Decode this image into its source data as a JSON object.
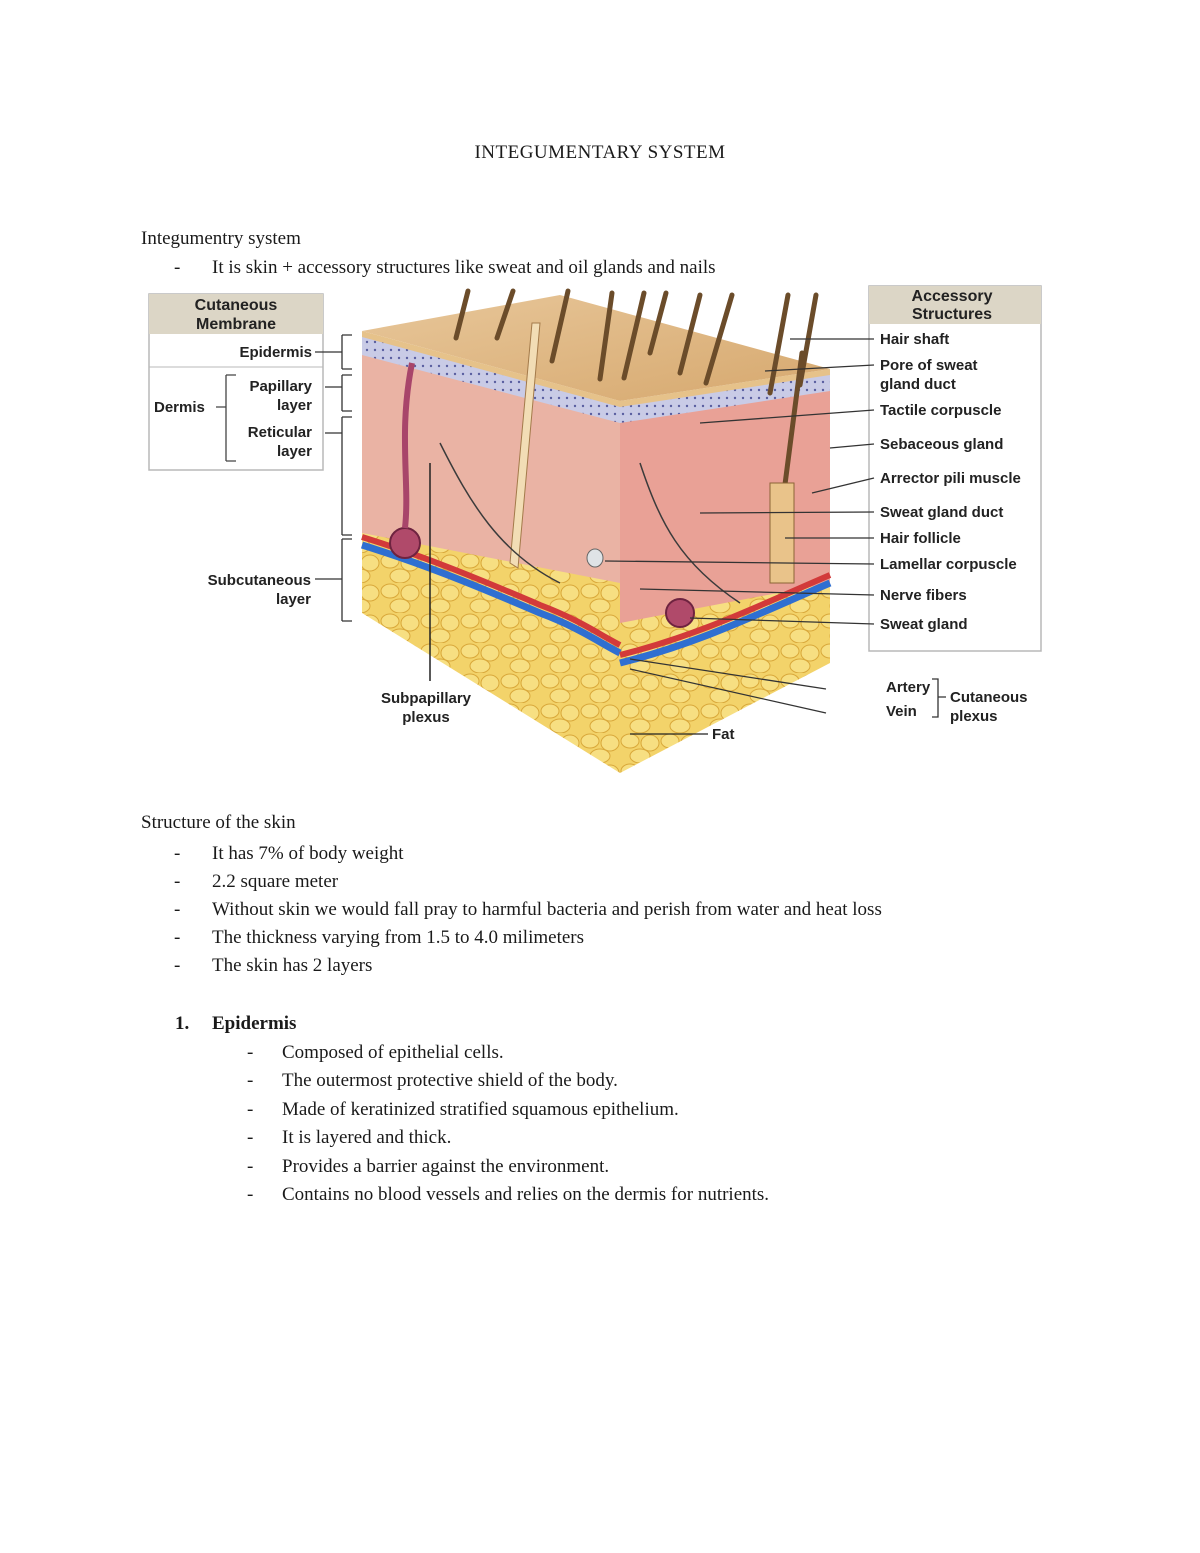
{
  "title": "INTEGUMENTARY SYSTEM",
  "intro": {
    "heading": "Integumentry system",
    "bullets": [
      "It is skin + accessory structures like sweat and oil glands and nails"
    ]
  },
  "figure": {
    "left_box": {
      "header": [
        "Cutaneous",
        "Membrane"
      ],
      "epidermis": "Epidermis",
      "dermis": "Dermis",
      "papillary": [
        "Papillary",
        "layer"
      ],
      "reticular": [
        "Reticular",
        "layer"
      ]
    },
    "subcutaneous": [
      "Subcutaneous",
      "layer"
    ],
    "subpapillary": [
      "Subpapillary",
      "plexus"
    ],
    "fat": "Fat",
    "right_box": {
      "header": [
        "Accessory",
        "Structures"
      ],
      "items": [
        "Hair shaft",
        "Pore of sweat",
        "gland duct",
        "Tactile corpuscle",
        "Sebaceous gland",
        "Arrector pili muscle",
        "Sweat gland duct",
        "Hair follicle",
        "Lamellar corpuscle",
        "Nerve fibers",
        "Sweat gland"
      ]
    },
    "artery": "Artery",
    "vein": "Vein",
    "cutaneous_plexus": [
      "Cutaneous",
      "plexus"
    ]
  },
  "structure": {
    "heading": "Structure of the skin",
    "bullets": [
      "It has 7% of body weight",
      "2.2 square meter",
      "Without skin we would fall pray to harmful bacteria and perish from water and heat loss",
      "The thickness varying from 1.5 to 4.0 milimeters",
      "The skin has 2 layers"
    ]
  },
  "epidermis": {
    "number": "1.",
    "heading": "Epidermis",
    "bullets": [
      "Composed of epithelial cells.",
      "The outermost protective shield of the body.",
      "Made of keratinized stratified squamous epithelium.",
      "It is layered and thick.",
      "Provides a barrier against the environment.",
      "Contains no blood vessels and relies on the dermis for nutrients."
    ]
  },
  "dash": "-"
}
